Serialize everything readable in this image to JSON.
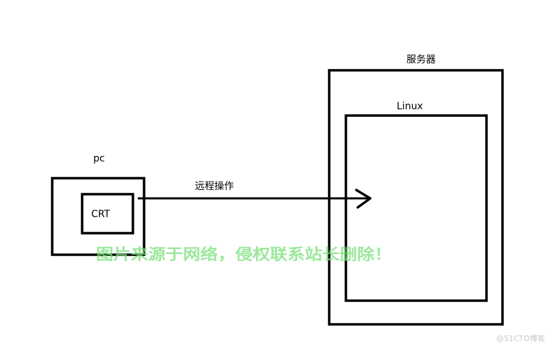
{
  "diagram": {
    "pc_label": "pc",
    "crt_label": "CRT",
    "arrow_label": "远程操作",
    "server_label": "服务器",
    "linux_label": "Linux"
  },
  "watermark": {
    "main": "图片来源于网络，侵权联系站长删除！",
    "corner": "@51CTO博客"
  },
  "colors": {
    "stroke": "#000000",
    "watermark": "#7be07b"
  }
}
